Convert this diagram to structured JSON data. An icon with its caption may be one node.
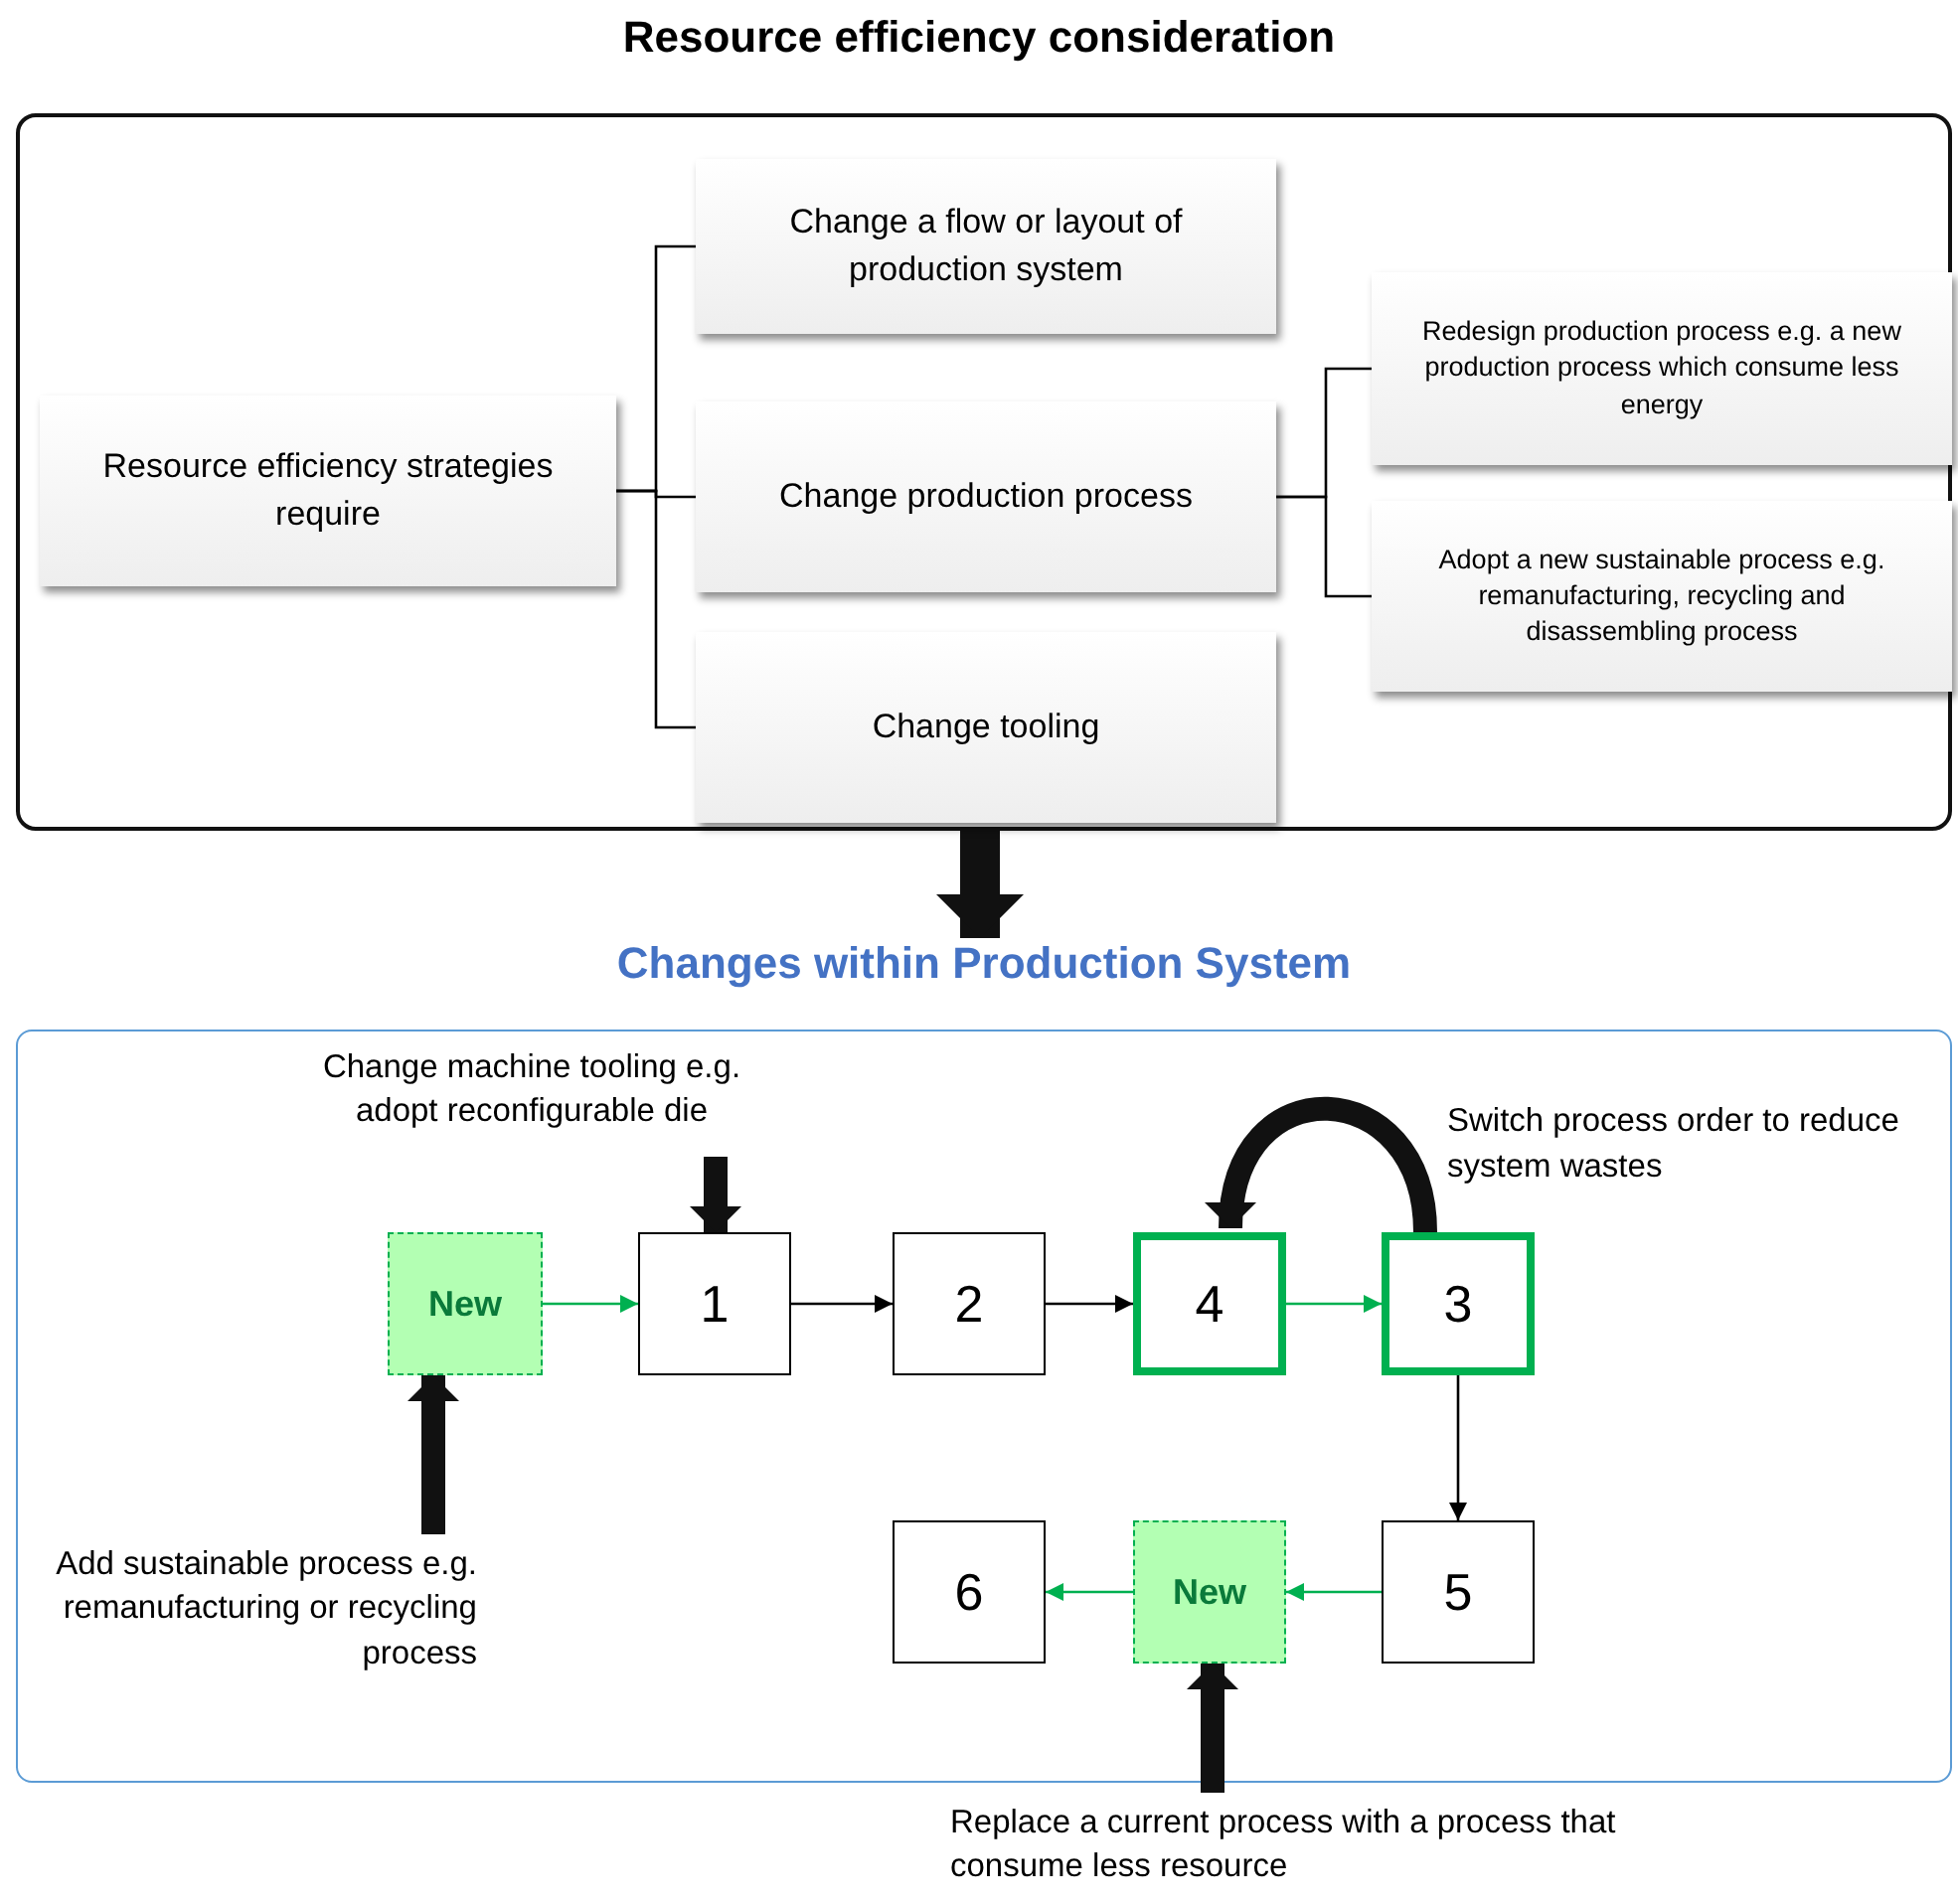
{
  "diagram": {
    "title": "Resource efficiency consideration",
    "nodes": [
      {
        "text": [],
        "shape": "box"
      },
      {
        "text": [
          "Resource efficiency strategies require"
        ],
        "in": 0
      },
      {
        "text": [
          "Change a flow or layout of production system"
        ],
        "in": 0
      },
      {
        "text": [
          "Change production process"
        ],
        "in": 0
      },
      {
        "text": [
          "Change tooling"
        ],
        "in": 0
      },
      {
        "text": [
          "Redesign production process e.g. a new production process which consume less energy"
        ],
        "in": 0
      },
      {
        "text": [
          "Adopt a new sustainable process e.g. remanufacturing, recycling and disassembling process"
        ],
        "in": 0
      },
      {
        "text": [
          "Changes within Production System"
        ]
      },
      {
        "text": [
          "New"
        ],
        "in": 7
      },
      {
        "text": [
          "1"
        ],
        "in": 7
      },
      {
        "text": [
          "2"
        ],
        "in": 7
      },
      {
        "text": [
          "4"
        ],
        "in": 7
      },
      {
        "text": [
          "3"
        ],
        "in": 7
      },
      {
        "text": [
          "5"
        ],
        "in": 7
      },
      {
        "text": [
          "New"
        ],
        "in": 7
      },
      {
        "text": [
          "6"
        ],
        "in": 7
      },
      {
        "text": [
          "Change machine tooling e.g. adopt reconfigurable die"
        ],
        "in": 7
      },
      {
        "text": [
          "Add sustainable process e.g. remanufacturing or recycling process"
        ],
        "in": 7
      },
      {
        "text": [
          "Replace a current process with a process that consume less resource"
        ]
      }
    ],
    "edges": [
      {
        "from": 1,
        "to": 2,
        "arrow": "none"
      },
      {
        "from": 1,
        "to": 3,
        "arrow": "none"
      },
      {
        "from": 1,
        "to": 4,
        "arrow": "none"
      },
      {
        "from": 3,
        "to": 5,
        "arrow": "none"
      },
      {
        "from": 3,
        "to": 6,
        "arrow": "none"
      },
      {
        "from": 0,
        "to": 7,
        "arrow": "to",
        "style": "thick"
      },
      {
        "from": 8,
        "to": 9,
        "arrow": "to",
        "color": "#00b050"
      },
      {
        "from": 9,
        "to": 10,
        "arrow": "to"
      },
      {
        "from": 10,
        "to": 11,
        "arrow": "to"
      },
      {
        "from": 11,
        "to": 12,
        "arrow": "to",
        "color": "#00b050"
      },
      {
        "from": 12,
        "to": 11,
        "arrow": "to",
        "style": "thick"
      },
      {
        "from": 12,
        "to": 13,
        "arrow": "to"
      },
      {
        "from": 13,
        "to": 14,
        "arrow": "to",
        "color": "#00b050"
      },
      {
        "from": 14,
        "to": 15,
        "arrow": "to",
        "color": "#00b050"
      },
      {
        "from": 16,
        "to": 9,
        "arrow": "to",
        "style": "thick"
      },
      {
        "from": 17,
        "to": 8,
        "arrow": "to",
        "style": "thick"
      },
      {
        "from": 18,
        "to": 14,
        "arrow": "to",
        "style": "thick"
      }
    ],
    "labels": [
      "Switch process order to reduce system wastes"
    ]
  }
}
